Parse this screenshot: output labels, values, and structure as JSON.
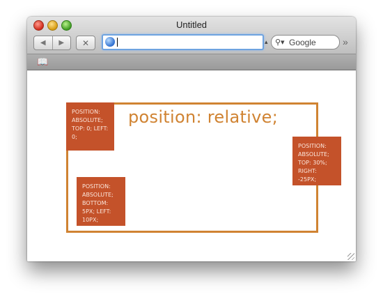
{
  "window": {
    "title": "Untitled"
  },
  "toolbar": {
    "back_icon": "◀",
    "forward_icon": "▶",
    "stop_icon": "✕",
    "url_value": "",
    "search_placeholder": "Google",
    "overflow_icon": "»"
  },
  "bookmarks": {
    "icon": "book-icon"
  },
  "demo": {
    "relative_label": "position: relative;",
    "abs_top_left": "position: absolute; top: 0; left: 0;",
    "abs_right": "position: absolute; top: 30%; right: -25px;",
    "abs_bottom": "position: absolute; bottom: 5px; left: 10px;"
  }
}
